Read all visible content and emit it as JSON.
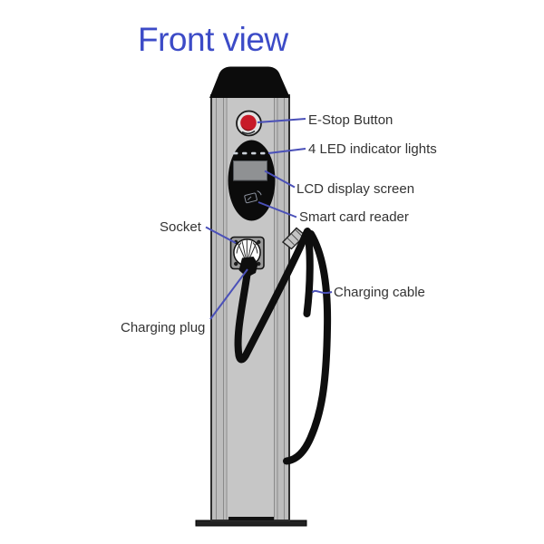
{
  "title": {
    "text": "Front view"
  },
  "labels": {
    "e_stop": "E-Stop Button",
    "led": "4 LED indicator lights",
    "lcd": "LCD display screen",
    "smart_card": "Smart card reader",
    "socket": "Socket",
    "charging_plug": "Charging plug",
    "charging_cable": "Charging cable"
  },
  "colors": {
    "title": "#3c4bc7",
    "leader_line": "#4a50b8",
    "label_text": "#333333",
    "station_body": "#c6c6c6",
    "panel_black": "#0b0b0b",
    "estop_red": "#c81a28",
    "lcd_screen": "#8f9193",
    "cable_black": "#0e0e0e"
  }
}
